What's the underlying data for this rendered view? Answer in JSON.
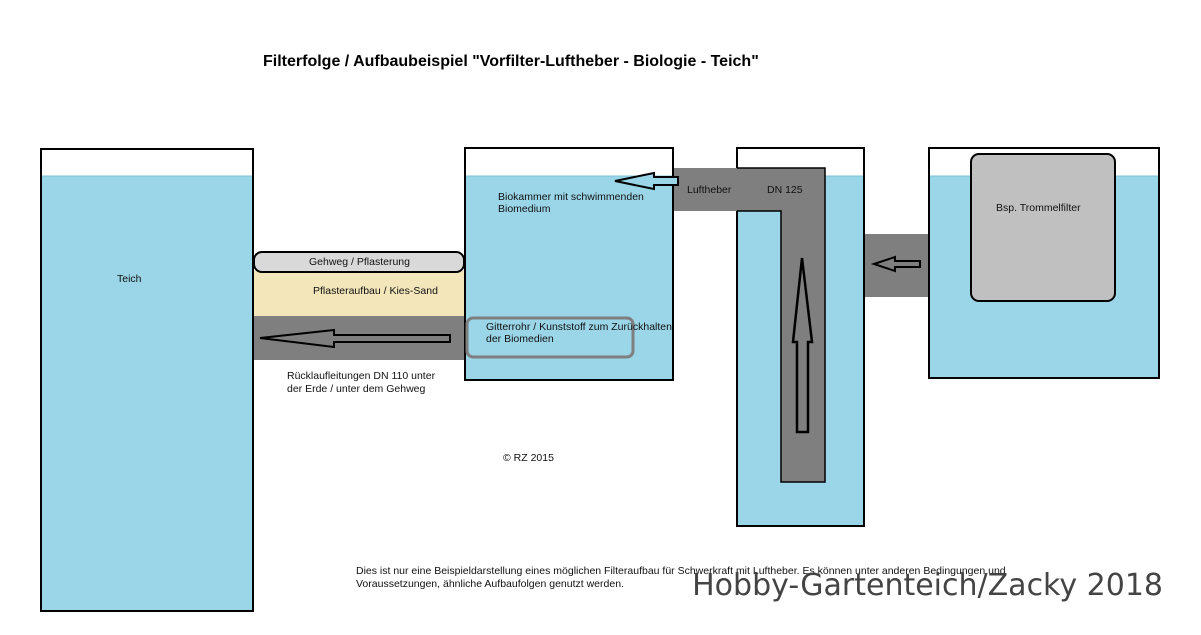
{
  "title": "Filterfolge / Aufbaubeispiel  \"Vorfilter-Luftheber - Biologie - Teich\"",
  "labels": {
    "teich": "Teich",
    "gehweg": "Gehweg / Pflasterung",
    "pflasteraufbau": "Pflasteraufbau / Kies-Sand",
    "ruecklauf_1": "Rücklaufleitungen DN 110 unter",
    "ruecklauf_2": "der Erde / unter dem Gehweg",
    "biokammer_1": "Biokammer mit schwimmenden",
    "biokammer_2": "Biomedium",
    "gitterrohr_1": "Gitterrohr / Kunststoff zum Zurückhalten",
    "gitterrohr_2": "der Biomedien",
    "luftheber": "Luftheber",
    "dn125": "DN 125",
    "trommelfilter": "Bsp. Trommelfilter",
    "copyright": "© RZ 2015"
  },
  "note": {
    "line1": "Dies ist nur eine Beispieldarstellung eines möglichen Filteraufbau für Schwerkraft mit Luftheber. Es können unter anderen Bedingungen und",
    "line2": "Voraussetzungen, ähnliche Aufbaufolgen genutzt werden."
  },
  "watermark": "Hobby-Gartenteich/Zacky 2018",
  "colors": {
    "water": "#9ad6e8",
    "pipe": "#7f7f7f",
    "sand": "#f3e6bb",
    "paving": "#d9d9d9",
    "filter_box": "#c0c0c0",
    "outline": "#000000"
  }
}
